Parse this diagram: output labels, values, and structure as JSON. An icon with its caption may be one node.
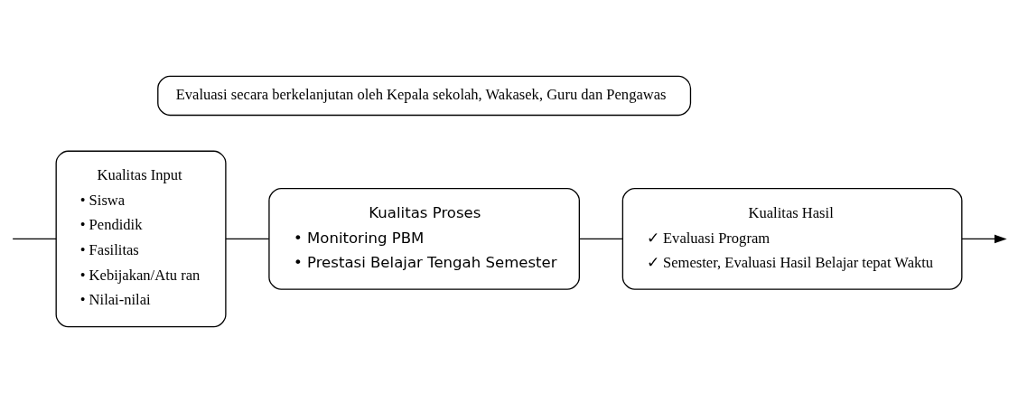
{
  "diagram": {
    "nodes": [
      {
        "text": [
          "Evaluasi secara berkelanjutan oleh Kepala sekolah, Wakasek, Guru dan Pengawas"
        ]
      },
      {
        "text": [
          "Kualitas Input",
          "• Siswa",
          "• Pendidik",
          "• Fasilitas",
          "• Kebijakan/Atu ran",
          "• Nilai-nilai"
        ]
      },
      {
        "text": [
          "Kualitas Proses",
          "• Monitoring PBM",
          "• Prestasi Belajar Tengah Semester"
        ]
      },
      {
        "text": [
          "Kualitas Hasil",
          "✓ Evaluasi Program",
          "✓ Semester, Evaluasi Hasil Belajar tepat Waktu"
        ]
      }
    ],
    "edges": [
      {
        "from": null,
        "to": 1,
        "arrow": "none"
      },
      {
        "from": 1,
        "to": 2,
        "arrow": "none"
      },
      {
        "from": 2,
        "to": 3,
        "arrow": "none"
      },
      {
        "from": 3,
        "to": null,
        "arrow": "to"
      }
    ]
  }
}
